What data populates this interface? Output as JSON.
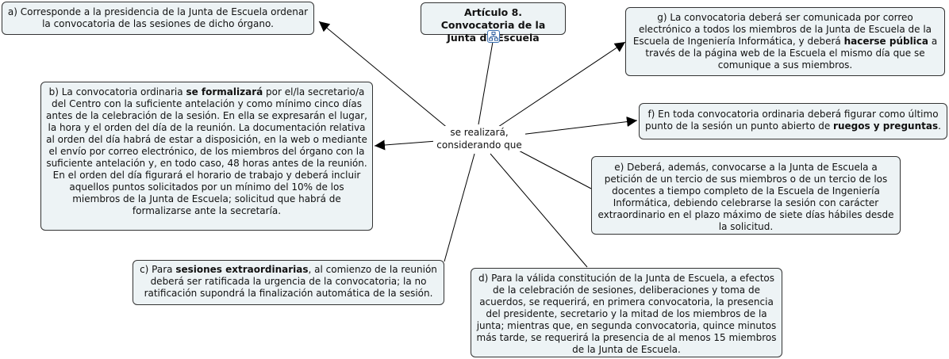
{
  "root": {
    "title": "Artículo 8. Convocatoria de la Junta de Escuela"
  },
  "icons": {
    "root_icon": "concept-map-icon"
  },
  "link_label": "se realizará, considerando que",
  "nodes": {
    "a": {
      "text": "a) Corresponde a la presidencia de la Junta de Escuela ordenar la convocatoria de las sesiones de dicho órgano."
    },
    "b": {
      "pre": "b) La convocatoria ordinaria ",
      "bold": "se formalizará",
      "post": " por el/la secretario/a del Centro con la suficiente antelación y como mínimo cinco días antes de la celebración de la sesión. En ella se expresarán el lugar, la hora y el orden del día de la reunión. La documentación relativa al orden del día habrá de estar a disposición, en la web o mediante el envío por correo electrónico, de los miembros del órgano con la suficiente antelación y, en todo caso, 48 horas antes de la reunión. En el orden del día figurará el horario de trabajo y deberá incluir aquellos puntos solicitados por un mínimo del 10% de los miembros de la Junta de Escuela; solicitud que habrá de formalizarse ante la secretaría."
    },
    "c": {
      "pre": "c) Para ",
      "bold": "sesiones extraordinarias",
      "post": ", al comienzo de la reunión deberá ser ratificada la urgencia de la convocatoria; la no ratificación supondrá la finalización automática de la sesión."
    },
    "d": {
      "text": "d) Para la válida constitución de la Junta de Escuela, a efectos de la celebración de sesiones, deliberaciones y toma de acuerdos, se requerirá, en primera convocatoria, la presencia del presidente, secretario y la mitad de los miembros de la junta; mientras que, en segunda convocatoria, quince minutos más tarde, se requerirá la presencia de al menos 15 miembros de la Junta de Escuela."
    },
    "e": {
      "text": "e) Deberá, además, convocarse a la Junta de Escuela a petición de un tercio de sus miembros o de un tercio de los docentes a tiempo completo de la Escuela de Ingeniería Informática, debiendo celebrarse la sesión con carácter extraordinario en el plazo máximo de siete días hábiles desde la solicitud."
    },
    "f": {
      "pre": "f) En toda convocatoria ordinaria deberá figurar como último punto de la sesión un punto abierto de ",
      "bold": "ruegos y preguntas",
      "post": "."
    },
    "g": {
      "pre": "g) La convocatoria deberá ser comunicada por correo electrónico a todos los miembros de la Junta de Escuela de la Escuela de Ingeniería Informática, y deberá ",
      "bold": "hacerse pública",
      "post": " a través de la página web de la Escuela el mismo día que se comunique a sus miembros."
    }
  }
}
